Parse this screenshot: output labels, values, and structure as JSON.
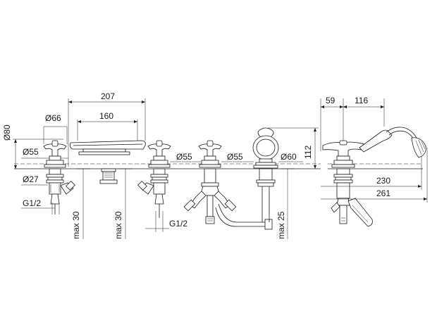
{
  "dimensions": {
    "d207": "207",
    "d160": "160",
    "d59": "59",
    "d116": "116",
    "d_o80": "Ø80",
    "d_o66": "Ø66",
    "d_o55_left": "Ø55",
    "d_o55_mid1": "Ø55",
    "d_o55_mid2": "Ø55",
    "d_o60": "Ø60",
    "d112": "112",
    "d_o27": "Ø27",
    "d_g12_left": "G1/2",
    "d_g12_mid": "G1/2",
    "d_max30_a": "max 30",
    "d_max30_b": "max 30",
    "d_max25": "max 25",
    "d230": "230",
    "d261": "261"
  }
}
